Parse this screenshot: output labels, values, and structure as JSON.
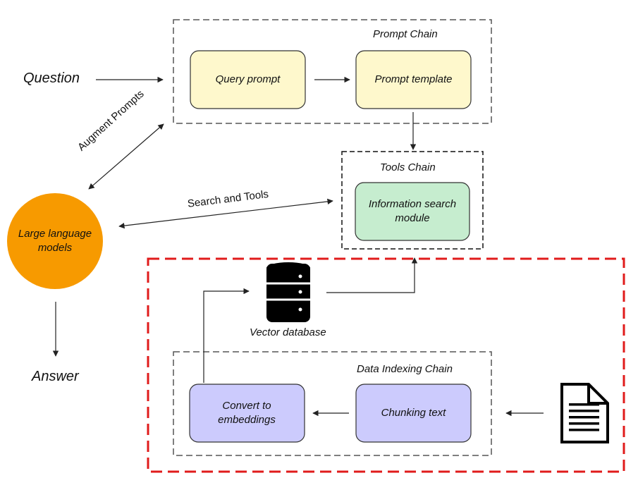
{
  "inputs": {
    "question": "Question",
    "answer": "Answer"
  },
  "llm": {
    "label": "Large language models",
    "color": "#f79a00"
  },
  "edges": {
    "augment": "Augment Prompts",
    "search": "Search and Tools"
  },
  "prompt_chain": {
    "title": "Prompt Chain",
    "query": "Query prompt",
    "template": "Prompt template",
    "box_color": "#fef8cc"
  },
  "tools_chain": {
    "title": "Tools Chain",
    "module": "Information search module",
    "box_color": "#c6edcf"
  },
  "vector_db": {
    "label": "Vector database"
  },
  "indexing_chain": {
    "title": "Data Indexing Chain",
    "convert": "Convert to embeddings",
    "chunk": "Chunking text",
    "box_color": "#cccbfd"
  },
  "highlight_color": "#e01b1b",
  "icons": [
    "database-icon",
    "document-icon"
  ]
}
